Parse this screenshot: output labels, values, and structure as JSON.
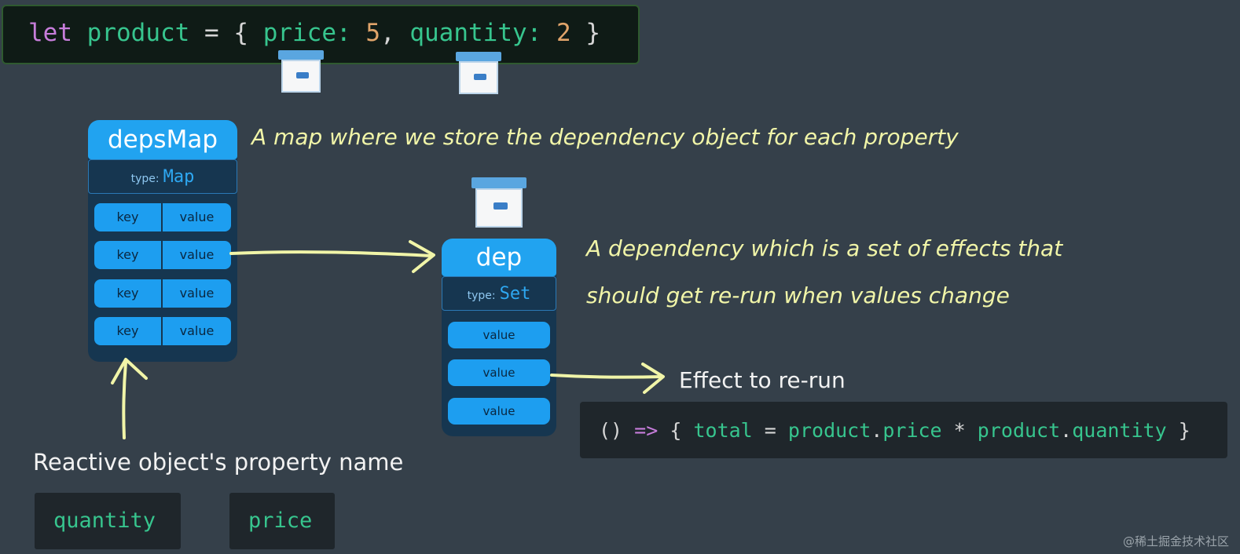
{
  "code": {
    "kw_let": "let",
    "obj_name": "product",
    "eq": "=",
    "open_brace": "{",
    "price_key": "price:",
    "price_val": "5",
    "comma": ",",
    "qty_key": "quantity:",
    "qty_val": "2",
    "close_brace": "}"
  },
  "depsMap": {
    "title": "depsMap",
    "type_label": "type:",
    "type_value": "Map",
    "rows": [
      {
        "key": "key",
        "value": "value"
      },
      {
        "key": "key",
        "value": "value"
      },
      {
        "key": "key",
        "value": "value"
      },
      {
        "key": "key",
        "value": "value"
      }
    ]
  },
  "dep": {
    "title": "dep",
    "type_label": "type:",
    "type_value": "Set",
    "rows": [
      "value",
      "value",
      "value"
    ]
  },
  "notes": {
    "depsMap_desc": "A map where we store the dependency object for each property",
    "dep_desc_line1": "A dependency which is a set of effects that",
    "dep_desc_line2": "should get re-run when values change",
    "effect_label": "Effect to re-run",
    "property_label": "Reactive object's property name"
  },
  "effect": {
    "parens": "()",
    "arrow": "=>",
    "open_brace": "{",
    "total": "total",
    "eq": "=",
    "product1": "product",
    "dot1": ".",
    "price": "price",
    "times": "*",
    "product2": "product",
    "dot2": ".",
    "quantity": "quantity",
    "close_brace": "}"
  },
  "properties": [
    "quantity",
    "price"
  ],
  "watermark": "@稀土掘金技术社区",
  "colors": {
    "background": "#35404a",
    "card_header": "#21a3f0",
    "code_identifier": "#37c58e",
    "code_keyword": "#c77ddb",
    "code_number": "#e0a46a",
    "annotation": "#f1f5a8"
  }
}
